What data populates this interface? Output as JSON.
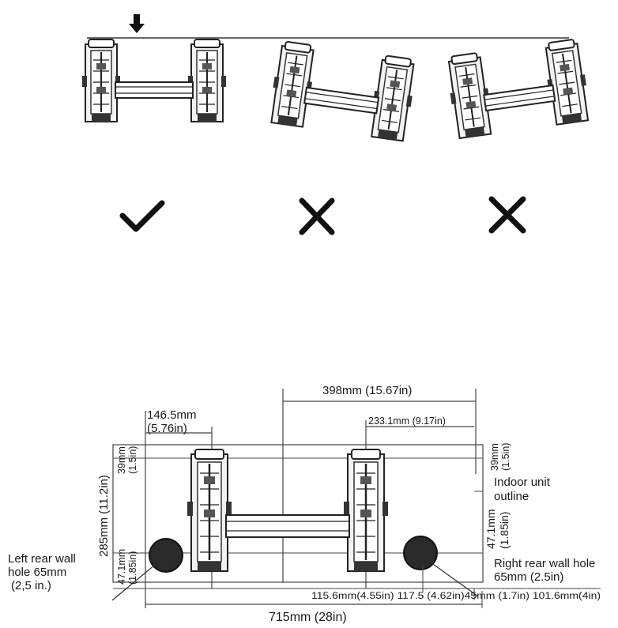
{
  "top_panel": {
    "marks": [
      {
        "symbol": "✓",
        "meaning": "correct"
      },
      {
        "symbol": "✕",
        "meaning": "incorrect"
      },
      {
        "symbol": "✕",
        "meaning": "incorrect"
      }
    ]
  },
  "bottom_panel": {
    "dimensions": {
      "width_398": "398mm (15.67in)",
      "left_146_a": "146.5mm",
      "left_146_b": "(5.76in)",
      "right_233": "233.1mm (9.17in)",
      "height_285": "285mm (11.2in)",
      "left_39_a": "39mm",
      "left_39_b": "(1.5in)",
      "right_39_a": "39mm",
      "right_39_b": "(1.5in)",
      "left_47_a": "47.1mm",
      "left_47_b": "(1.85in)",
      "right_47_a": "47.1mm",
      "right_47_b": "(1.85in)",
      "bottom_row": "115.6mm(4.55in) 117.5 (4.62in)45mm (1.7in) 101.6mm(4in)",
      "total_width": "715mm (28in)"
    },
    "labels": {
      "indoor_unit_line1": "Indoor unit",
      "indoor_unit_line2": "outline",
      "left_hole_line1": "Left rear wall",
      "left_hole_line2": "hole 65mm",
      "left_hole_line3": "(2,5 in.)",
      "right_hole_line1": "Right rear wall hole",
      "right_hole_line2": "65mm (2.5in)"
    }
  }
}
